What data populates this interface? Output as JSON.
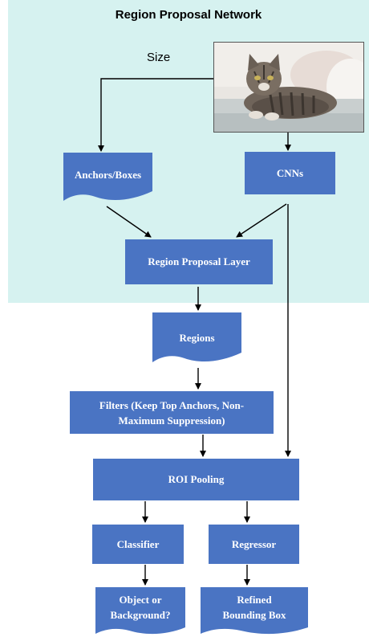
{
  "title": "Region Proposal Network",
  "size_label": "Size",
  "image": {
    "alt": "cat-photo"
  },
  "nodes": {
    "anchors": "Anchors/Boxes",
    "cnns": "CNNs",
    "region_proposal_layer": "Region Proposal Layer",
    "regions": "Regions",
    "filters_line1": "Filters (Keep Top Anchors, Non-",
    "filters_line2": "Maximum Suppression)",
    "roi_pooling": "ROI Pooling",
    "classifier": "Classifier",
    "regressor": "Regressor",
    "object_line1": "Object or",
    "object_line2": "Background?",
    "refined_line1": "Refined",
    "refined_line2": "Bounding Box"
  },
  "colors": {
    "node": "#4a74c3",
    "region_bg": "#d6f2f0",
    "arrow": "#000000"
  }
}
